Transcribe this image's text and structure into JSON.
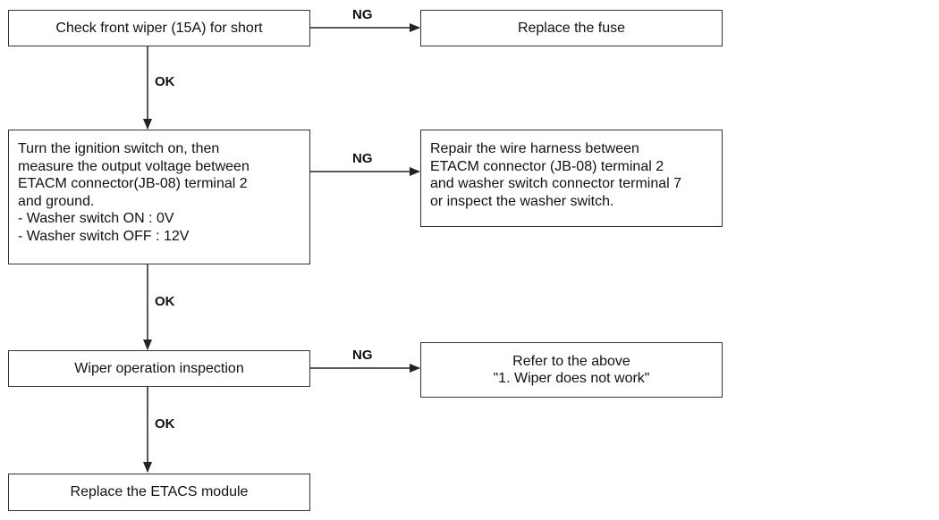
{
  "steps": {
    "check_fuse": "Check front wiper (15A) for short",
    "measure_voltage": [
      "Turn the ignition switch on, then",
      "measure the output voltage between",
      "ETACM connector(JB-08) terminal 2",
      "and ground.",
      "- Washer switch ON : 0V",
      "- Washer switch OFF : 12V"
    ],
    "wiper_inspection": "Wiper operation inspection",
    "replace_module": "Replace the ETACS module"
  },
  "actions": {
    "replace_fuse": "Replace the fuse",
    "repair_harness": [
      "Repair the wire harness between",
      "ETACM connector (JB-08) terminal 2",
      "and washer switch connector terminal 7",
      "or inspect the washer switch."
    ],
    "refer_above": [
      "Refer to the above",
      "\"1. Wiper does not work\""
    ]
  },
  "labels": {
    "ok": "OK",
    "ng": "NG"
  }
}
